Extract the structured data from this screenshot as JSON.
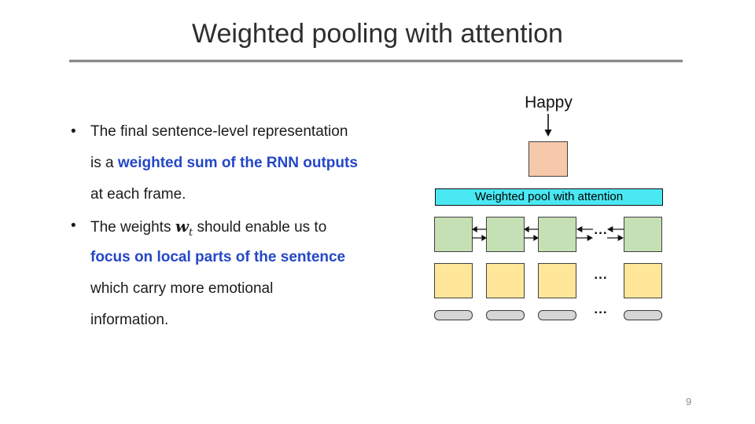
{
  "slide": {
    "title": "Weighted pooling with attention",
    "page_number": "9"
  },
  "colors": {
    "accent_blue": "#2447c7",
    "title_text": "#2e2e2e",
    "divider_gray": "#8a8a8a",
    "pool_cyan": "#4ae8f2",
    "rnn_green": "#c5e0b4",
    "feature_yellow": "#ffe699",
    "output_orange": "#f7c9ab",
    "frame_gray": "#d6d6d6"
  },
  "bullets": {
    "glyph": "•",
    "item1": {
      "line1": "The final sentence-level representation",
      "line2_pre": "is a ",
      "line2_highlight": "weighted sum of the RNN outputs",
      "line3": "at each frame."
    },
    "item2": {
      "line1_pre": "The weights ",
      "var_w": "w",
      "var_sub": "t",
      "line1_post": " should enable us to",
      "line2_highlight": "focus on local parts of the sentence",
      "line3": "which carry more emotional",
      "line4": "information."
    }
  },
  "diagram": {
    "output_label": "Happy",
    "pool_label": "Weighted pool with attention",
    "ellipsis": "..."
  }
}
